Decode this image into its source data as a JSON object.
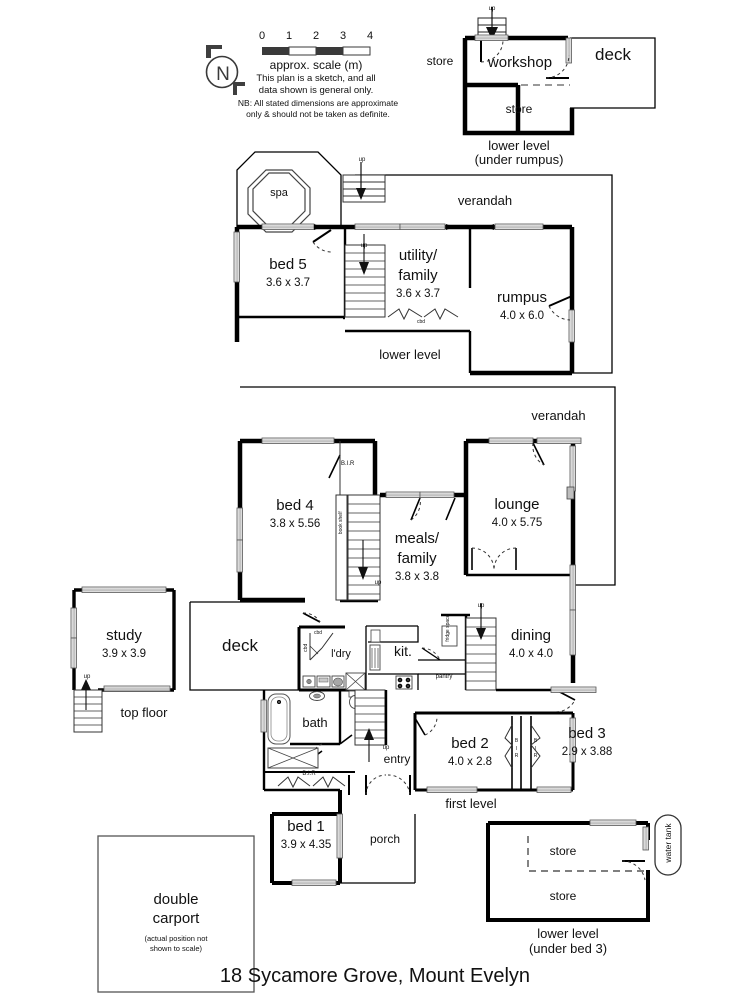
{
  "title": "18 Sycamore Grove, Mount Evelyn",
  "legend": {
    "north_label": "N",
    "scale_caption": "approx. scale (m)",
    "scale_ticks": [
      "0",
      "1",
      "2",
      "3",
      "4"
    ],
    "note_line1": "This plan is a sketch, and all",
    "note_line2": "data shown is general only.",
    "note_line3": "NB: All stated dimensions are approximate",
    "note_line4": "only & should not be taken as definite."
  },
  "levels": {
    "under_rumpus": {
      "caption_line1": "lower level",
      "caption_line2": "(under rumpus)",
      "rooms": [
        {
          "name": "store"
        },
        {
          "name": "workshop"
        },
        {
          "name": "deck"
        },
        {
          "name": "store"
        }
      ],
      "markers": [
        "up"
      ]
    },
    "lower": {
      "caption": "lower level",
      "verandah": "verandah",
      "rooms": [
        {
          "name": "spa",
          "dim": ""
        },
        {
          "name": "bed 5",
          "dim": "3.6 x 3.7"
        },
        {
          "name": "utility/",
          "name2": "family",
          "dim": "3.6 x 3.7"
        },
        {
          "name": "rumpus",
          "dim": "4.0 x 6.0"
        }
      ],
      "markers": [
        "up",
        "up",
        "cbd"
      ]
    },
    "first": {
      "caption": "first level",
      "verandah": "verandah",
      "rooms": [
        {
          "name": "bed 4",
          "dim": "3.8 x 5.56"
        },
        {
          "name": "meals/",
          "name2": "family",
          "dim": "3.8 x 3.8"
        },
        {
          "name": "lounge",
          "dim": "4.0 x 5.75"
        },
        {
          "name": "dining",
          "dim": "4.0 x 4.0"
        },
        {
          "name": "kit.",
          "dim": ""
        },
        {
          "name": "l'dry",
          "dim": ""
        },
        {
          "name": "bath",
          "dim": ""
        },
        {
          "name": "bed 2",
          "dim": "4.0 x 2.8"
        },
        {
          "name": "bed 3",
          "dim": "2.9 x 3.88"
        },
        {
          "name": "bed 1",
          "dim": "3.9 x 4.35"
        },
        {
          "name": "deck",
          "dim": ""
        },
        {
          "name": "porch",
          "dim": ""
        },
        {
          "name": "entry",
          "dim": ""
        }
      ],
      "markers": [
        "B.I.R",
        "book shelf",
        "cbd",
        "cbd",
        "pantry",
        "fridge space",
        "B.I.R",
        "B I R",
        "B I R",
        "up",
        "up",
        "up"
      ]
    },
    "top": {
      "caption": "top floor",
      "rooms": [
        {
          "name": "study",
          "dim": "3.9 x 3.9"
        }
      ],
      "markers": [
        "up"
      ]
    },
    "under_bed3": {
      "caption_line1": "lower level",
      "caption_line2": "(under bed 3)",
      "rooms": [
        {
          "name": "store"
        },
        {
          "name": "store"
        }
      ]
    }
  },
  "carport": {
    "line1": "double",
    "line2": "carport",
    "sub1": "(actual position not",
    "sub2": "shown to scale)"
  },
  "water_tank": "water tank",
  "colors": {
    "wall": "#000000",
    "thin": "#1a1a1a",
    "window_fill": "#c9c9c9",
    "background": "#ffffff"
  }
}
